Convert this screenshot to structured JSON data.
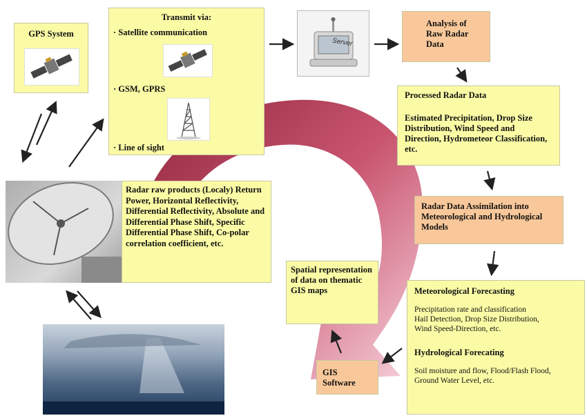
{
  "gps": {
    "title": "GPS System"
  },
  "transmit": {
    "title": "Transmit via:",
    "items": [
      "· Satellite communication",
      "· GSM, GPRS",
      "· Line of sight"
    ]
  },
  "server": {
    "label": "Server"
  },
  "analysis": {
    "lines": [
      "Analysis of",
      "Raw Radar",
      "Data"
    ]
  },
  "processed": {
    "title": "Processed Radar Data",
    "body": "Estimated Precipitation, Drop Size Distribution, Wind Speed and Direction, Hydrometeor Classification, etc."
  },
  "assimilation": {
    "text": "Radar Data Assimilation into Meteorological and Hydrological Models"
  },
  "radar": {
    "text": "Radar raw products (Localy) Return Power, Horizontal Reflectivity, Differential Reflectivity, Absolute and Differential Phase Shift, Specific Differential Phase Shift, Co-polar correlation coefficient, etc."
  },
  "spatial": {
    "text": "Spatial representation of data on thematic GIS maps"
  },
  "gis": {
    "lines": [
      "GIS",
      "Software"
    ]
  },
  "forecast": {
    "met_title": "Meteorological Forecasting",
    "met_lines": [
      "Precipitation rate and classification",
      "Hail Detection, Drop Size Distribution,",
      "Wind Speed-Direction, etc."
    ],
    "hyd_title": "Hydrological Forecating",
    "hyd_lines": [
      "Soil moisture and flow, Flood/Flash Flood,",
      "Ground Water Level, etc."
    ]
  },
  "colors": {
    "yellow": "#fbfba6",
    "orange": "#f9c89a",
    "ring": "#a8284a"
  }
}
